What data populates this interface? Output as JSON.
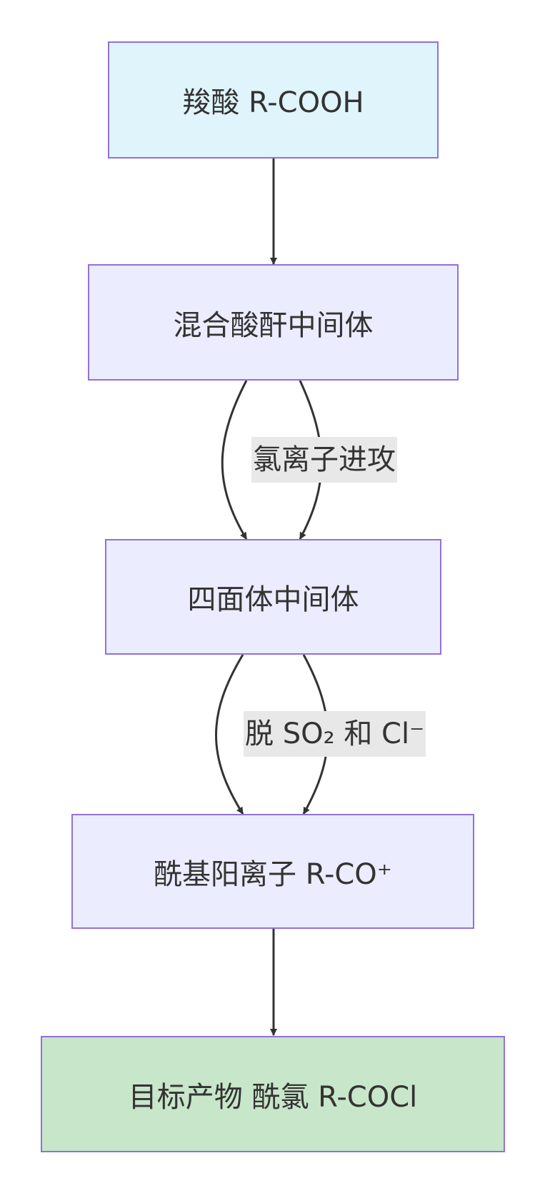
{
  "nodes": {
    "carboxylic_acid": "羧酸 R-COOH",
    "mixed_anhydride": "混合酸酐中间体",
    "tetrahedral": "四面体中间体",
    "acylium": "酰基阳离子 R-CO⁺",
    "product": "目标产物 酰氯 R-COCl"
  },
  "edges": {
    "chloride_attack": "氯离子进攻",
    "lose_so2_cl": "脱 SO₂ 和 Cl⁻"
  },
  "colors": {
    "node_border": "#9370DB",
    "start_fill": "#E0F4FC",
    "default_fill": "#ECECFF",
    "end_fill": "#C8E6C9",
    "edge": "#333333",
    "label_bg": "#E8E8E8"
  }
}
